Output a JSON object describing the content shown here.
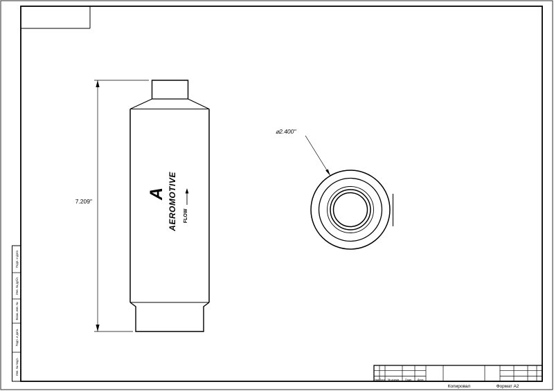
{
  "sheet": {
    "footer": {
      "copied": "Копировал",
      "format": "Формат А2"
    }
  },
  "title_block": {
    "columns": [
      "Изм.",
      "Лист",
      "№ докум.",
      "Подп.",
      "Дата"
    ]
  },
  "left_strip": {
    "cells": [
      "Подп. и дата",
      "Инв. № дубл.",
      "Взам. инв. №",
      "Подп. и дата",
      "Инв. № подл."
    ]
  },
  "views": {
    "side": {
      "length_dimension": "7.209\"",
      "brand": "AEROMOTIVE",
      "brand_mark": "A",
      "flow": "FLOW"
    },
    "end": {
      "diameter_dimension": "⌀2.400\""
    }
  }
}
